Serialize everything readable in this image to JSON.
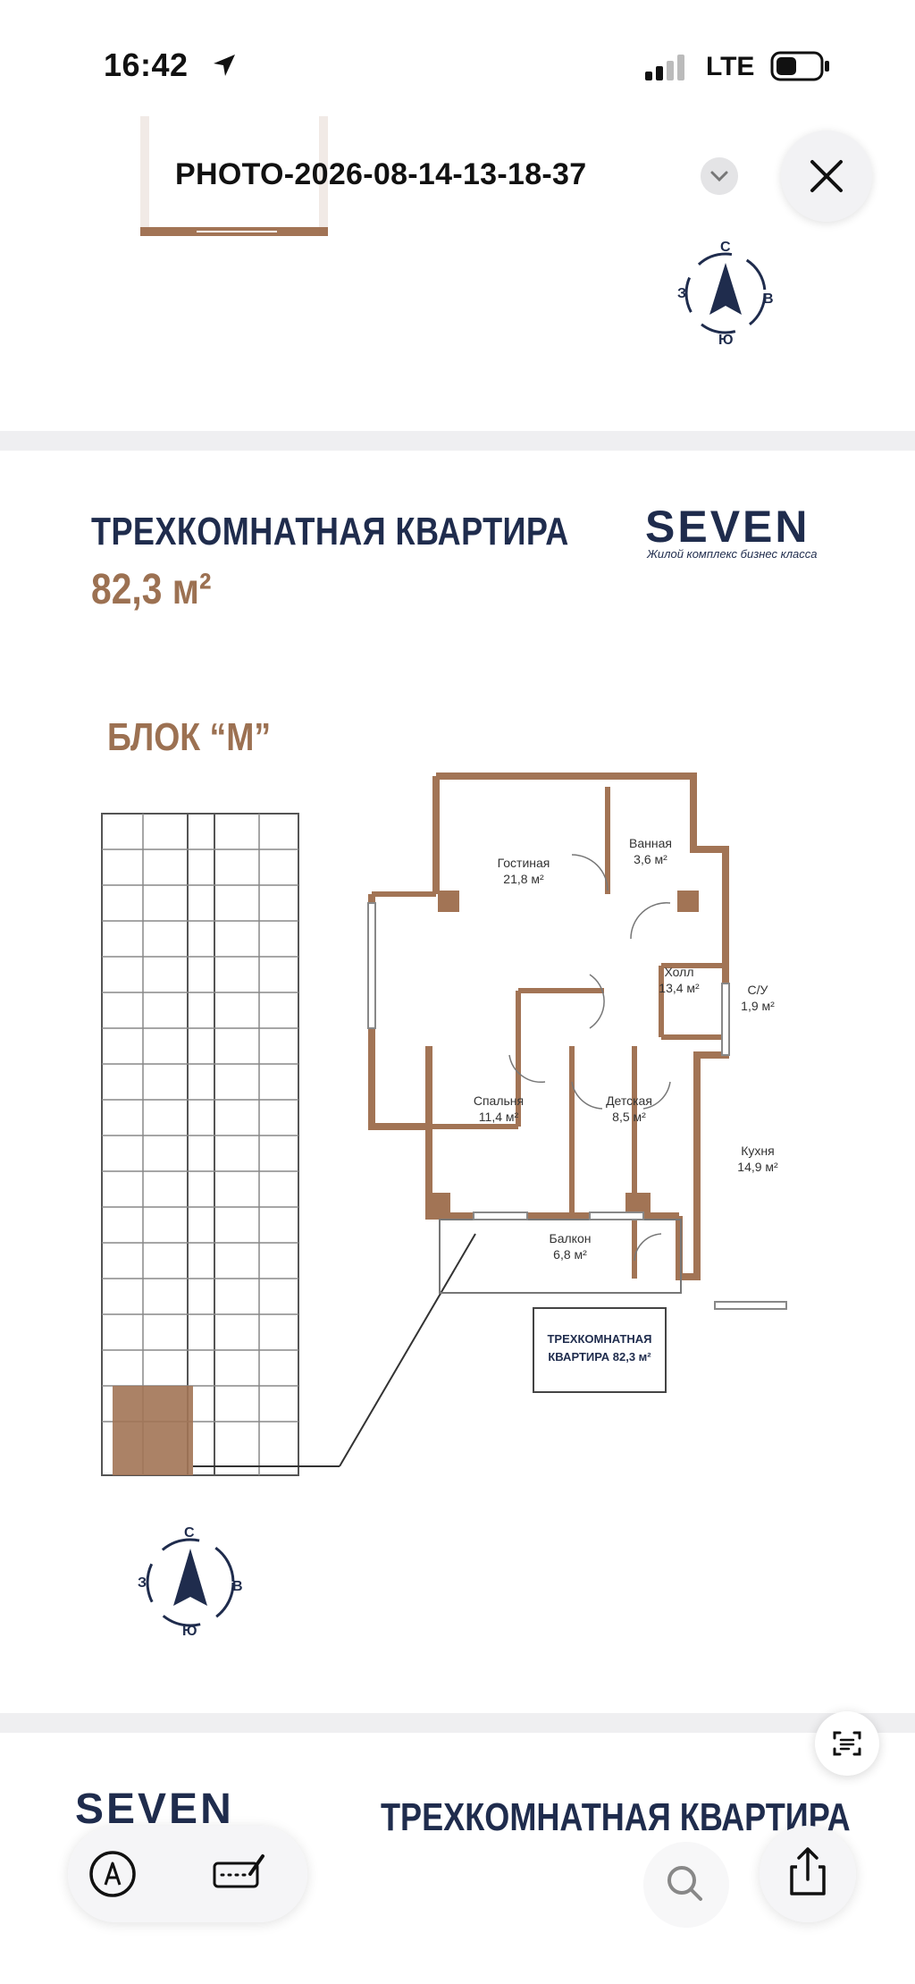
{
  "status": {
    "time": "16:42",
    "network": "LTE"
  },
  "viewer": {
    "title": "PHOTO-2026-08-14-13-18-37"
  },
  "plan": {
    "title": "ТРЕХКОМНАТНАЯ КВАРТИРА",
    "area": "82,3 м²",
    "block": "БЛОК “М”",
    "brand": "SEVEN",
    "brand_tagline": "Жилой комплекс бизнес класса",
    "rooms": [
      {
        "name": "Гостиная",
        "area": "21,8 м²"
      },
      {
        "name": "Ванная",
        "area": "3,6 м²"
      },
      {
        "name": "Холл",
        "area": "13,4 м²"
      },
      {
        "name": "С/У",
        "area": "1,9 м²"
      },
      {
        "name": "Спальня",
        "area": "11,4 м²"
      },
      {
        "name": "Детская",
        "area": "8,5 м²"
      },
      {
        "name": "Кухня",
        "area": "14,9 м²"
      },
      {
        "name": "Балкон",
        "area": "6,8 м²"
      }
    ],
    "label_box": {
      "line1": "ТРЕХКОМНАТНАЯ",
      "line2": "КВАРТИРА 82,3 м²"
    },
    "compass": {
      "north": "С",
      "west": "З",
      "east": "В",
      "south": "Ю"
    }
  },
  "next_page": {
    "brand": "SEVEN",
    "title": "ТРЕХКОМНАТНАЯ КВАРТИРА"
  },
  "colors": {
    "navy": "#1f2c4d",
    "bronze": "#9c7152",
    "plan_wall": "#a27455"
  }
}
